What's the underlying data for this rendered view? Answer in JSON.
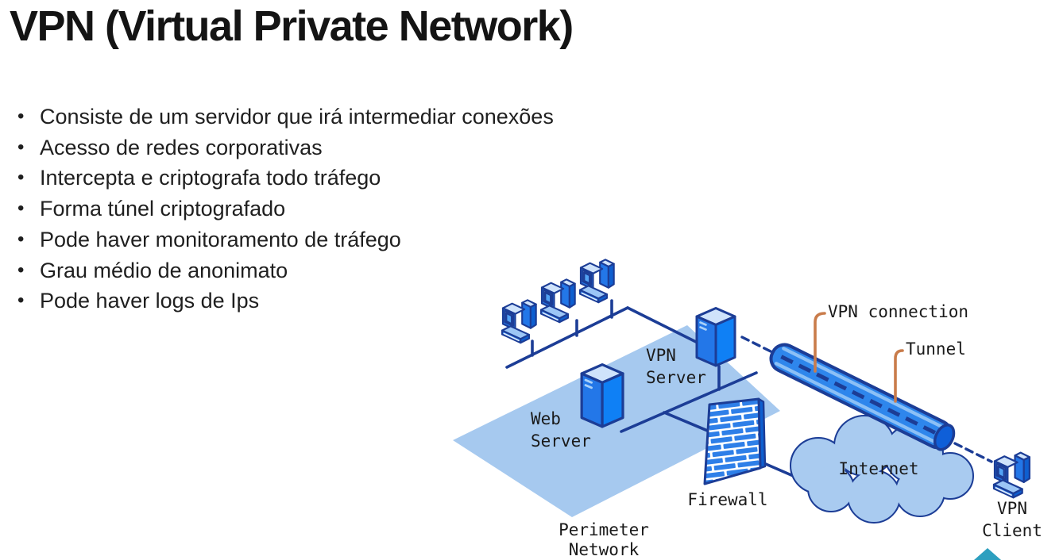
{
  "slide": {
    "title": "VPN (Virtual Private Network)",
    "bullets": [
      "Consiste de um servidor que irá intermediar conexões",
      "Acesso de redes corporativas",
      "Intercepta e criptografa todo tráfego",
      "Forma túnel criptografado",
      "Pode haver monitoramento de tráfego",
      "Grau médio de anonimato",
      "Pode haver logs de Ips"
    ]
  },
  "diagram": {
    "labels": {
      "vpn_connection": "VPN connection",
      "tunnel": "Tunnel",
      "internet": "Internet",
      "firewall": "Firewall",
      "web_server_line1": "Web",
      "web_server_line2": "Server",
      "vpn_server_line1": "VPN",
      "vpn_server_line2": "Server",
      "perimeter_line1": "Perimeter",
      "perimeter_line2": "Network",
      "vpn_client_line1": "VPN",
      "vpn_client_line2": "Client"
    },
    "colors": {
      "outline": "#1c3d96",
      "plane": "#a6c9ef",
      "face-top": "#cfe3fb",
      "face-main": "#2377e8",
      "face-bright": "#0f80f5",
      "face-dark": "#0e5fd0",
      "screen": "#52a2f4",
      "slot": "#a9d0f8",
      "brick": "#2e7fe8",
      "cloud": "#a9cbf0",
      "tunnel": "#2e86ec",
      "tunnel-stripe": "#8cc0f6",
      "tunnel-cap": "#0f5fd8",
      "callout": "#c97c4b",
      "label": "#1a1a1a",
      "logo": "#2d9fbf"
    }
  }
}
